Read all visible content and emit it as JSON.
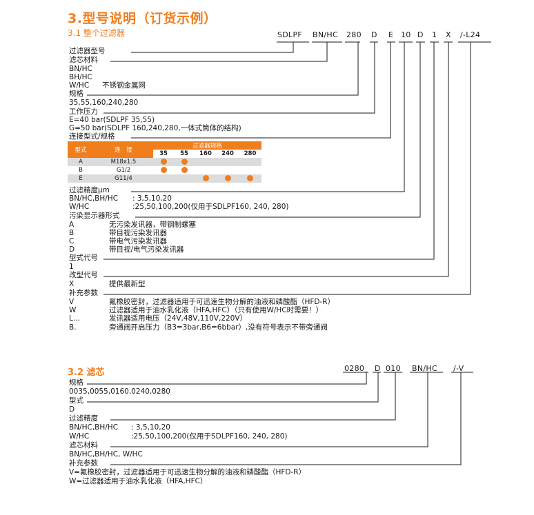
{
  "title": "3.型号说明（订货示例）",
  "s1": {
    "heading": "3.1 整个过滤器",
    "codes": [
      "SDLPF",
      "BN/HC",
      "280",
      "D",
      "E",
      "10",
      "D",
      "1",
      "X",
      "/-L24"
    ],
    "filter_type": "过滤器型号",
    "element_material": "滤芯材料",
    "mat_bn": "BN/HC",
    "mat_bh": "BH/HC",
    "mat_w": "W/HC",
    "mat_w_desc": "不锈钢金属网",
    "size": "规格",
    "size_vals": "35,55,160,240,280",
    "pressure": "工作压力",
    "pressure_e": "E=40 bar(SDLPF 35,55)",
    "pressure_g": "G=50 bar(SDLPF 160,240,280,一体式筒体的结构)",
    "conn_label": "连接型式/规格",
    "table": {
      "col_type": "型式",
      "col_conn": "连　接",
      "col_sizes_title": "过滤器规格",
      "sizes": [
        "35",
        "55",
        "160",
        "240",
        "280"
      ],
      "rows": [
        {
          "type": "A",
          "conn": "M18x1.5",
          "dots": [
            true,
            true,
            false,
            false,
            false
          ]
        },
        {
          "type": "B",
          "conn": "G1/2",
          "dots": [
            true,
            true,
            false,
            false,
            false
          ]
        },
        {
          "type": "E",
          "conn": "G11/4",
          "dots": [
            false,
            false,
            true,
            true,
            true
          ]
        }
      ]
    },
    "fineness": "过滤精度μm",
    "fine_bn_key": "BN/HC,BH/HC",
    "fine_bn_val": ": 3,5,10,20",
    "fine_w_key": "W/HC",
    "fine_w_val": ":25,50,100,200(仅用于SDLPF160, 240, 280)",
    "indicator": "污染显示器形式",
    "ind_a_key": "A",
    "ind_a": "无污染发讯器，带钢制螺塞",
    "ind_b_key": "B",
    "ind_b": "带目视污染发讯器",
    "ind_c_key": "C",
    "ind_c": "带电气污染发讯器",
    "ind_d_key": "D",
    "ind_d": "带目视/电气污染发讯器",
    "model_code": "型式代号",
    "model_code_val": "1",
    "mod_code": "改型代号",
    "mod_x_key": "X",
    "mod_x": "提供最新型",
    "suppl": "补充参数",
    "sup_v_key": "V",
    "sup_v": "氟橡胶密封，过滤器适用于可迅速生物分解的油液和磷酸酯（HFD-R）",
    "sup_w_key": "W",
    "sup_w": "过滤器适用于油水乳化液（HFA,HFC）（只有使用W/HC时需要！）",
    "sup_l_key": "L...",
    "sup_l": "发讯器适用电压（24V,48V,110V,220V）",
    "sup_b_key": "B.",
    "sup_b": "旁通阀开启压力（B3=3bar,B6=6bbar）,没有符号表示不带旁通阀"
  },
  "s2": {
    "heading": "3.2 滤芯",
    "codes": [
      "0280",
      "D",
      "010",
      "BN/HC",
      "/-V"
    ],
    "size": "规格",
    "size_vals": "0035,0055,0160,0240,0280",
    "type": "型式",
    "type_val": "D",
    "fineness": "过滤精度",
    "fine_bn_key": "BN/HC,BH/HC",
    "fine_bn_val": ": 3,5,10,20",
    "fine_w_key": "W/HC",
    "fine_w_val": ":25,50,100,200(仅用于SDLPF160, 240, 280)",
    "material": "滤芯材料",
    "material_val": "BN/HC,BH/HC, W/HC",
    "suppl": "补充参数",
    "sup_v": "V=氟橡胶密封，过滤器适用于可迅速生物分解的油液和磷酸酯（HFD-R）",
    "sup_w": "W=过滤器适用于油水乳化液（HFA,HFC）"
  },
  "colors": {
    "accent": "#f07e1d",
    "row_alt": "#dcdcdc"
  }
}
